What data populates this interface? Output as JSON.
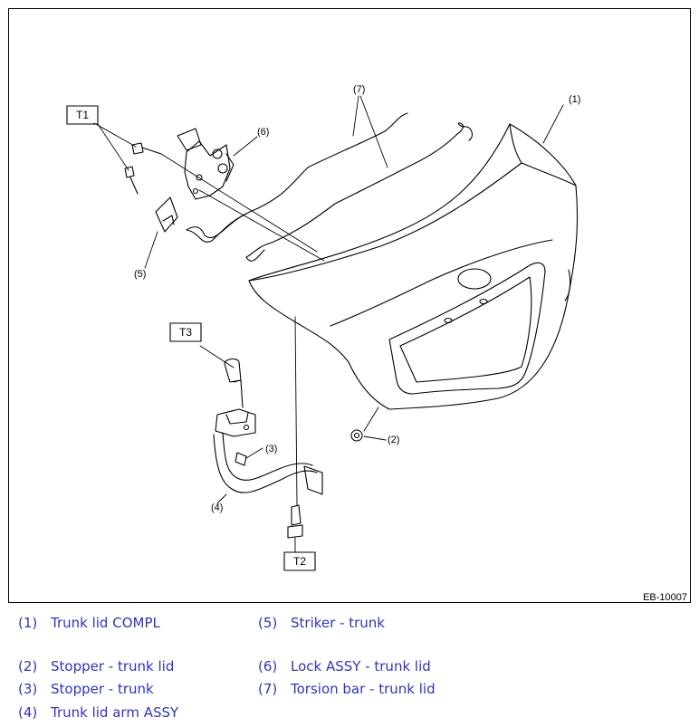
{
  "diagram": {
    "figure_id": "EB-10007",
    "callouts": {
      "c1": "(1)",
      "c2": "(2)",
      "c3": "(3)",
      "c4": "(4)",
      "c5": "(5)",
      "c6": "(6)",
      "c7": "(7)"
    },
    "torque_tags": {
      "t1": "T1",
      "t2": "T2",
      "t3": "T3"
    }
  },
  "legend": [
    {
      "num": "(1)",
      "text": "Trunk lid COMPL"
    },
    {
      "num": "(2)",
      "text": "Stopper - trunk lid"
    },
    {
      "num": "(3)",
      "text": "Stopper - trunk"
    },
    {
      "num": "(4)",
      "text": "Trunk lid arm ASSY"
    },
    {
      "num": "(5)",
      "text": "Striker - trunk"
    },
    {
      "num": "(6)",
      "text": "Lock ASSY - trunk lid"
    },
    {
      "num": "(7)",
      "text": "Torsion bar - trunk lid"
    }
  ],
  "colors": {
    "legend_text": "#3333bb",
    "line": "#000000"
  }
}
